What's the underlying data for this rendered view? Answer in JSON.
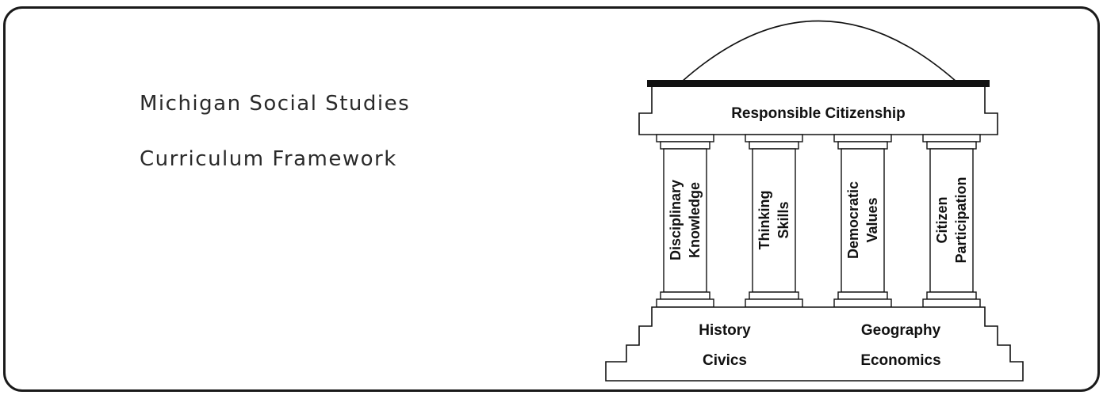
{
  "title": {
    "line1": "Michigan Social Studies",
    "line2": "Curriculum Framework"
  },
  "diagram": {
    "roof_label": "Responsible Citizenship",
    "pillars": [
      {
        "line1": "Disciplinary",
        "line2": "Knowledge"
      },
      {
        "line1": "Thinking",
        "line2": "Skills"
      },
      {
        "line1": "Democratic",
        "line2": "Values"
      },
      {
        "line1": "Citizen",
        "line2": "Participation"
      }
    ],
    "foundation": {
      "left": [
        "History",
        "Civics"
      ],
      "right": [
        "Geography",
        "Economics"
      ]
    }
  }
}
